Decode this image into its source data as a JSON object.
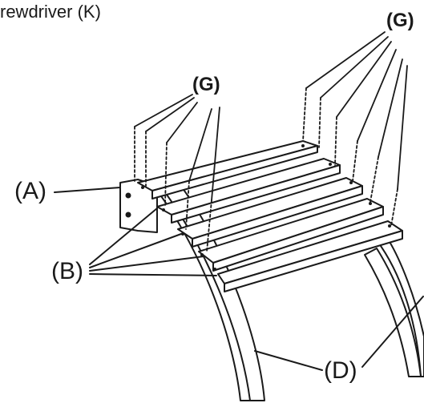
{
  "caption": "rewdriver (K)",
  "labels": {
    "a": "(A)",
    "b": "(B)",
    "d": "(D)",
    "g_left": "(G)",
    "g_right": "(G)"
  },
  "colors": {
    "ink": "#1a1a1a",
    "background": "#ffffff"
  }
}
